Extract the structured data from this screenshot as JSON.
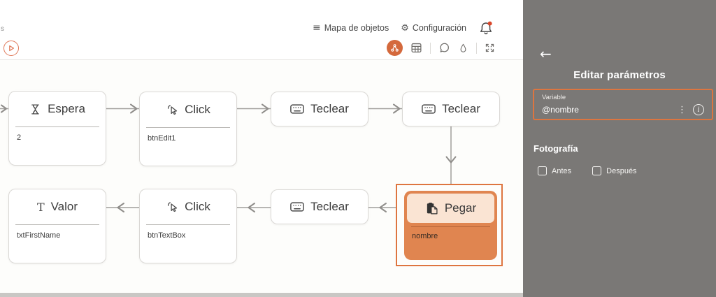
{
  "colors": {
    "accent_orange": "#d4693c",
    "selection_border": "#de7540",
    "selected_node_fill": "#e08550",
    "selected_node_header_fill": "#fae4d3",
    "panel_background": "#7a7876",
    "connector_gray": "#9e9c99",
    "notification_dot": "#d9472b"
  },
  "topbar": {
    "left_edge_text": "s",
    "glyphs": {
      "hamburger": "≡",
      "gear": "⚙"
    },
    "menu": [
      {
        "label": "Mapa de objetos"
      },
      {
        "label": "Configuración"
      }
    ]
  },
  "canvas": {
    "nodes": [
      {
        "id": "espera",
        "title": "Espera",
        "subtitle": "2"
      },
      {
        "id": "click-1",
        "title": "Click",
        "subtitle": "btnEdit1"
      },
      {
        "id": "teclear-1",
        "title": "Teclear"
      },
      {
        "id": "teclear-2",
        "title": "Teclear"
      },
      {
        "id": "valor",
        "title": "Valor",
        "subtitle": "txtFirstName",
        "icon_glyph": "T"
      },
      {
        "id": "click-2",
        "title": "Click",
        "subtitle": "btnTextBox"
      },
      {
        "id": "teclear-3",
        "title": "Teclear"
      },
      {
        "id": "pegar",
        "title": "Pegar",
        "subtitle": "nombre",
        "selected": true
      }
    ],
    "flow": [
      "start→espera",
      "espera→click-1",
      "click-1→teclear-1",
      "teclear-1→teclear-2",
      "teclear-2→pegar",
      "pegar→teclear-3",
      "teclear-3→click-2",
      "click-2→valor"
    ]
  },
  "panel": {
    "back_glyph": "←",
    "title": "Editar parámetros",
    "variable": {
      "label": "Variable",
      "value": "@nombre",
      "kebab_glyph": "⋮",
      "info_glyph": "i"
    },
    "photo_section": {
      "title": "Fotografía",
      "options": [
        {
          "label": "Antes",
          "checked": false
        },
        {
          "label": "Después",
          "checked": false
        }
      ]
    }
  }
}
